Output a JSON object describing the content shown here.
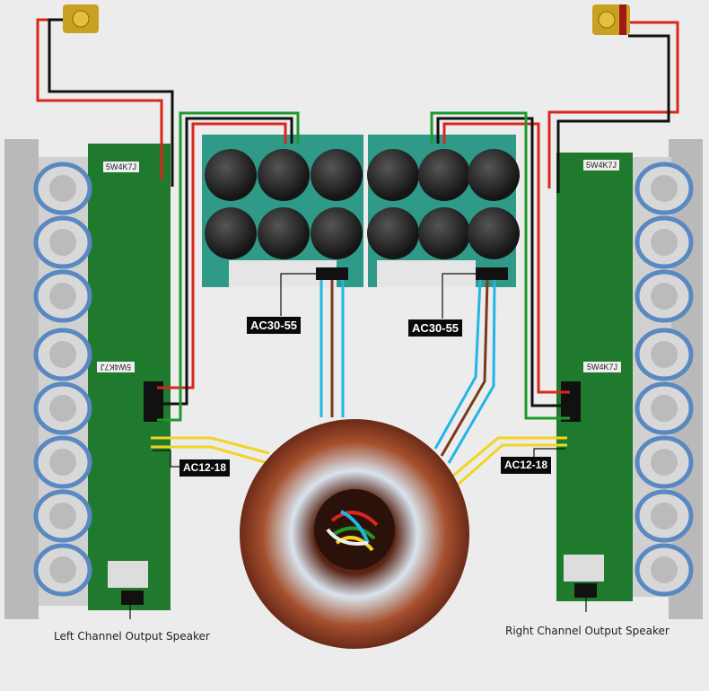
{
  "labels": {
    "left_main_supply": "AC30-55",
    "right_main_supply": "AC30-55",
    "left_aux_supply": "AC12-18",
    "right_aux_supply": "AC12-18",
    "left_output": "Left Channel Output Speaker",
    "right_output": "Right Channel Output Speaker"
  },
  "pcb_resistor_marking": "5W4K7J",
  "colors": {
    "background": "#ececec",
    "pcb": "#1f7a2e",
    "heatsink": "#b9b9b9",
    "wire_red": "#d9261c",
    "wire_black": "#111111",
    "wire_green": "#1e9a2a",
    "wire_blue": "#22b5e6",
    "wire_brown": "#7a3a1a",
    "wire_yellow": "#f2d422",
    "toroid_copper": "#8a3a22"
  }
}
